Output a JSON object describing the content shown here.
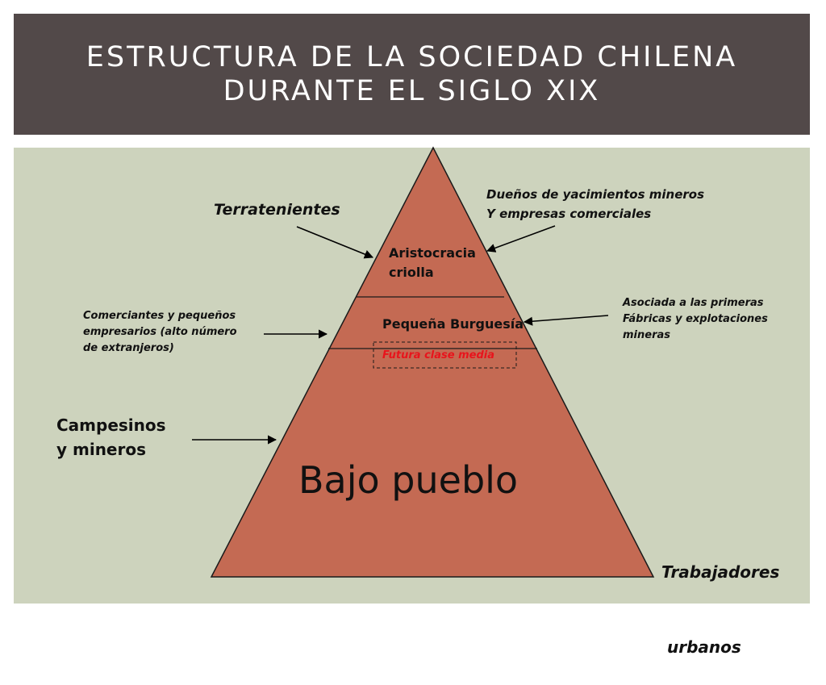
{
  "slide": {
    "title_line1": "Estructura de la sociedad chilena",
    "title_line2": "durante el siglo XIX"
  },
  "pyramid": {
    "top_level": [
      "Aristocracia",
      "criolla"
    ],
    "middle_level": "Pequeña Burguesía",
    "middle_note": "Futura clase media",
    "bottom_level": "Bajo pueblo"
  },
  "annotations": {
    "terratenientes": "Terratenientes",
    "duenos": [
      "Dueños de yacimientos mineros",
      "Y empresas comerciales"
    ],
    "comerciantes": [
      "Comerciantes y pequeños",
      "empresarios (alto número",
      "de extranjeros)"
    ],
    "asociada": [
      "Asociada a las primeras",
      "Fábricas y explotaciones",
      "mineras"
    ],
    "campesinos": [
      "Campesinos",
      "y mineros"
    ],
    "trabajadores": [
      "Trabajadores",
      " urbanos"
    ]
  },
  "colors": {
    "title_background": "#524949",
    "panel_background": "#cdd3bd",
    "pyramid_fill": "#c46a53",
    "note_text": "#e8141c"
  }
}
